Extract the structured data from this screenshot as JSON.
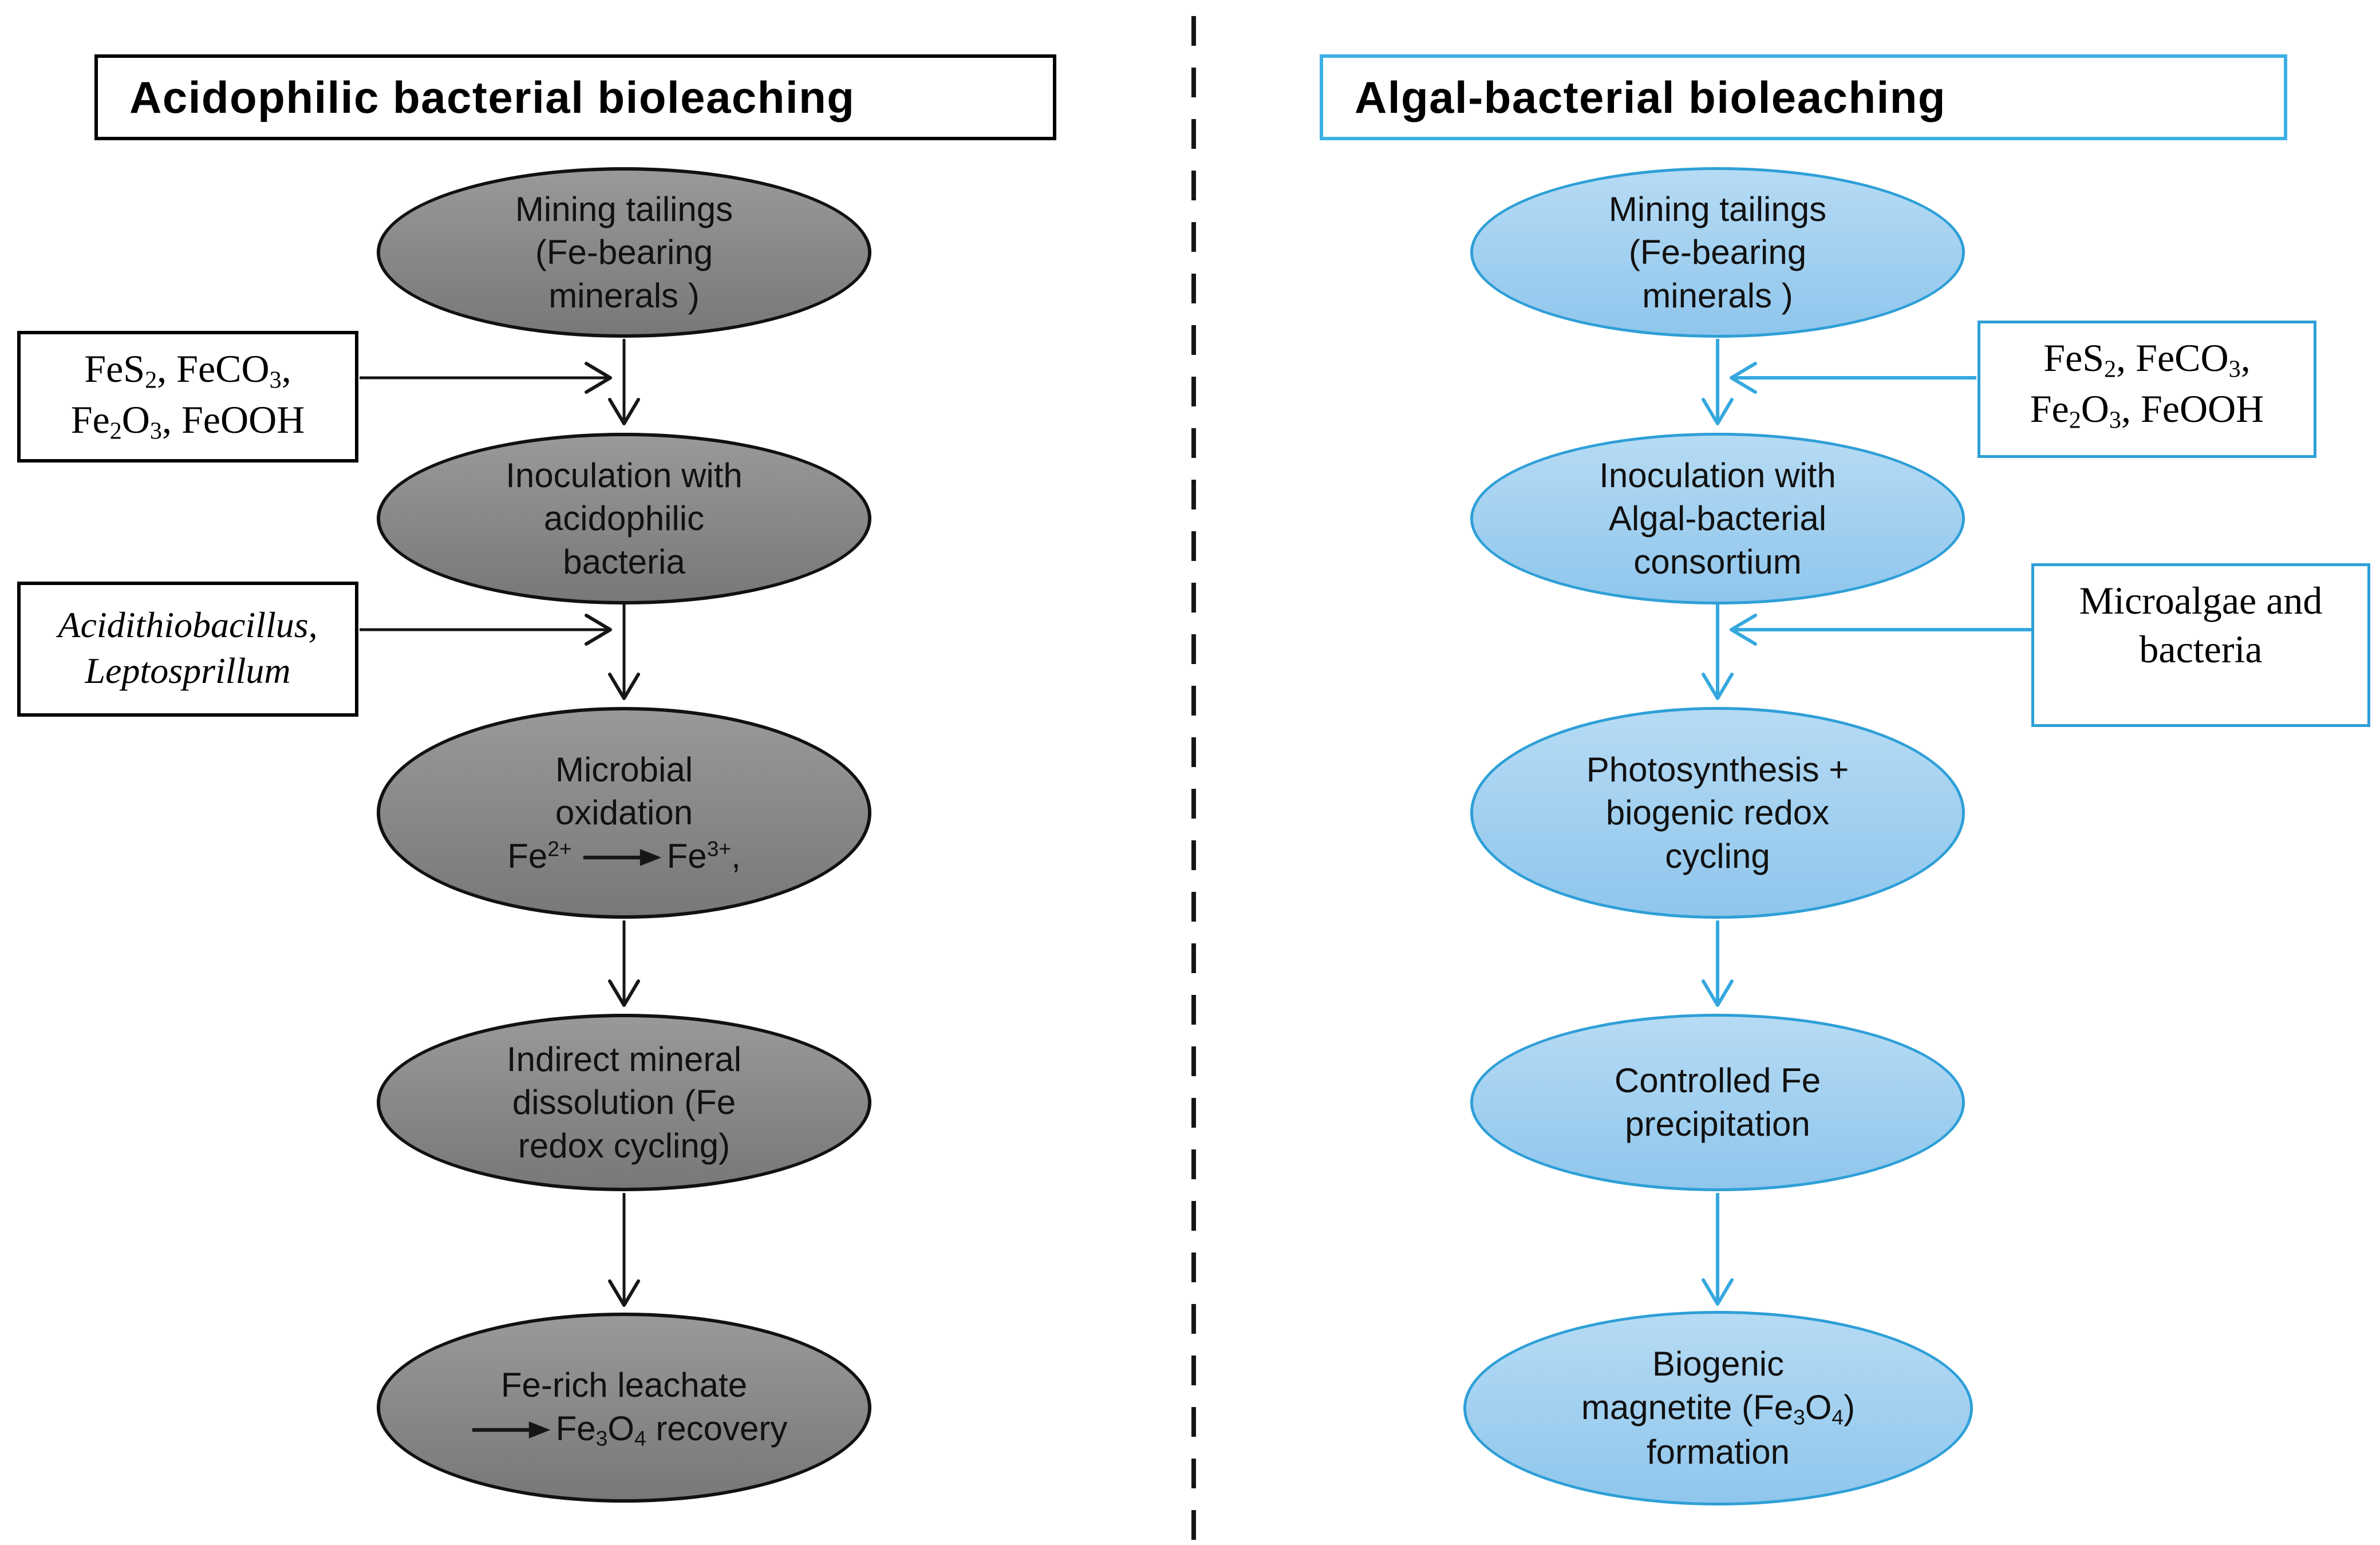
{
  "colors": {
    "background": "#ffffff",
    "ink": "#161616",
    "gray_fill_top": "#999999",
    "gray_fill_bottom": "#787878",
    "gray_border": "#111111",
    "blue_fill_top": "#b6dbf4",
    "blue_fill_bottom": "#8fc6ec",
    "blue_border": "#2e9fd7",
    "blue_arrow": "#36a8df",
    "blue_title_border": "#3db0e5"
  },
  "left": {
    "title": "Acidophilic bacterial bioleaching",
    "nodes": [
      {
        "name": "mining-tailings",
        "lines": [
          [
            {
              "t": "Mining tailings"
            }
          ],
          [
            {
              "t": "(Fe-bearing"
            }
          ],
          [
            {
              "t": "minerals )"
            }
          ]
        ]
      },
      {
        "name": "inoculation-acidophilic",
        "lines": [
          [
            {
              "t": "Inoculation with"
            }
          ],
          [
            {
              "t": "acidophilic"
            }
          ],
          [
            {
              "t": "bacteria"
            }
          ]
        ]
      },
      {
        "name": "microbial-oxidation",
        "lines": [
          [
            {
              "t": "Microbial"
            }
          ],
          [
            {
              "t": "oxidation"
            }
          ],
          [
            {
              "t": "Fe"
            },
            {
              "t": "2+",
              "v": "sup"
            },
            {
              "v": "arrow"
            },
            {
              "t": "Fe"
            },
            {
              "t": "3+",
              "v": "sup"
            },
            {
              "t": ","
            }
          ]
        ]
      },
      {
        "name": "indirect-dissolution",
        "lines": [
          [
            {
              "t": "Indirect mineral"
            }
          ],
          [
            {
              "t": "dissolution (Fe"
            }
          ],
          [
            {
              "t": "redox cycling)"
            }
          ]
        ]
      },
      {
        "name": "fe-rich-leachate",
        "lines": [
          [
            {
              "t": "Fe-rich leachate"
            }
          ],
          [
            {
              "v": "arrow"
            },
            {
              "t": "Fe"
            },
            {
              "t": "3",
              "v": "sub"
            },
            {
              "t": "O"
            },
            {
              "t": "4",
              "v": "sub"
            },
            {
              "t": " recovery"
            }
          ]
        ]
      }
    ],
    "side_boxes": [
      {
        "name": "iron-minerals",
        "lines": [
          [
            {
              "t": "FeS"
            },
            {
              "t": "2",
              "v": "sub"
            },
            {
              "t": ", FeCO"
            },
            {
              "t": "3",
              "v": "sub"
            },
            {
              "t": ","
            }
          ],
          [
            {
              "t": "Fe"
            },
            {
              "t": "2",
              "v": "sub"
            },
            {
              "t": "O"
            },
            {
              "t": "3",
              "v": "sub"
            },
            {
              "t": ", FeOOH"
            }
          ]
        ]
      },
      {
        "name": "acidophile-genera",
        "lines": [
          [
            {
              "t": "Acidithiobacillus,"
            }
          ],
          [
            {
              "t": "Leptosprillum"
            }
          ]
        ]
      }
    ]
  },
  "right": {
    "title": "Algal-bacterial bioleaching",
    "nodes": [
      {
        "name": "mining-tailings",
        "lines": [
          [
            {
              "t": "Mining tailings"
            }
          ],
          [
            {
              "t": "(Fe-bearing"
            }
          ],
          [
            {
              "t": "minerals )"
            }
          ]
        ]
      },
      {
        "name": "inoculation-algal-bacterial",
        "lines": [
          [
            {
              "t": "Inoculation with"
            }
          ],
          [
            {
              "t": "Algal-bacterial"
            }
          ],
          [
            {
              "t": "consortium"
            }
          ]
        ]
      },
      {
        "name": "photosynthesis-redox",
        "lines": [
          [
            {
              "t": "Photosynthesis +"
            }
          ],
          [
            {
              "t": "biogenic redox"
            }
          ],
          [
            {
              "t": "cycling"
            }
          ]
        ]
      },
      {
        "name": "controlled-fe-precipitation",
        "lines": [
          [
            {
              "t": "Controlled Fe"
            }
          ],
          [
            {
              "t": "precipitation"
            }
          ]
        ]
      },
      {
        "name": "biogenic-magnetite",
        "lines": [
          [
            {
              "t": "Biogenic"
            }
          ],
          [
            {
              "t": "magnetite (Fe"
            },
            {
              "t": "3",
              "v": "sub"
            },
            {
              "t": "O"
            },
            {
              "t": "4",
              "v": "sub"
            },
            {
              "t": ")"
            }
          ],
          [
            {
              "t": "formation"
            }
          ]
        ]
      }
    ],
    "side_boxes": [
      {
        "name": "iron-minerals",
        "lines": [
          [
            {
              "t": "FeS"
            },
            {
              "t": "2",
              "v": "sub"
            },
            {
              "t": ", FeCO"
            },
            {
              "t": "3",
              "v": "sub"
            },
            {
              "t": ","
            }
          ],
          [
            {
              "t": "Fe"
            },
            {
              "t": "2",
              "v": "sub"
            },
            {
              "t": "O"
            },
            {
              "t": "3",
              "v": "sub"
            },
            {
              "t": ", FeOOH"
            }
          ]
        ]
      },
      {
        "name": "microalgae-bacteria",
        "lines": [
          [
            {
              "t": "Microalgae and"
            }
          ],
          [
            {
              "t": "bacteria"
            }
          ]
        ]
      }
    ]
  }
}
